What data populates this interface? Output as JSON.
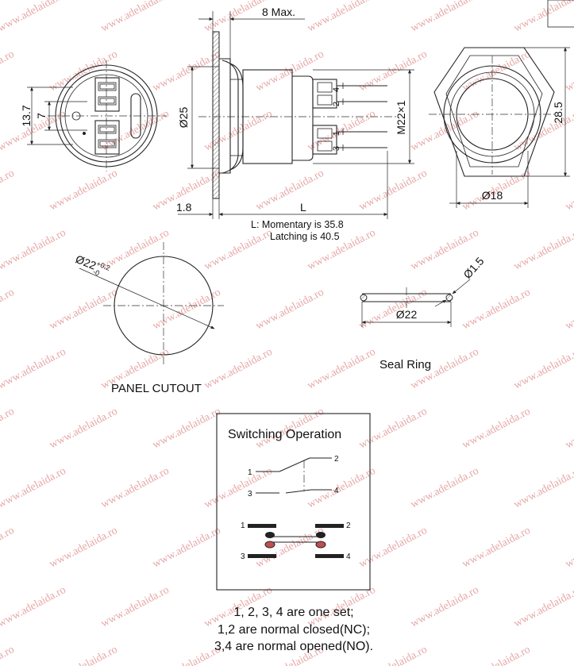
{
  "top_view": {
    "dim_width": "8 Max.",
    "dim_diameter": "Ø25",
    "dim_thread": "M22×1",
    "dim_flange": "1.8",
    "dim_length": "L",
    "length_note_1": "L:  Momentary is  35.8",
    "length_note_2": "Latching is 40.5",
    "terminal_labels": [
      "4",
      "2",
      "1",
      "3"
    ]
  },
  "rear_view": {
    "dim_outer": "13.7",
    "dim_inner": "7"
  },
  "front_view": {
    "dim_height": "28.5",
    "dim_diameter": "Ø18"
  },
  "panel_cutout": {
    "dim_diameter": "Ø22",
    "tol_upper": "+0.2",
    "tol_lower": "-0",
    "caption": "PANEL CUTOUT"
  },
  "seal_ring": {
    "dim_thickness": "Ø1.5",
    "dim_diameter": "Ø22",
    "caption": "Seal Ring"
  },
  "switching": {
    "title": "Switching Operation",
    "terminals_top": [
      "1",
      "2",
      "3",
      "4"
    ],
    "terminals_bottom": [
      "1",
      "2",
      "3",
      "4"
    ]
  },
  "notes": [
    "1, 2, 3, 4 are one set;",
    "1,2 are normal closed(NC);",
    "3,4 are normal opened(NO)."
  ],
  "watermark": "www.adelaida.ro"
}
